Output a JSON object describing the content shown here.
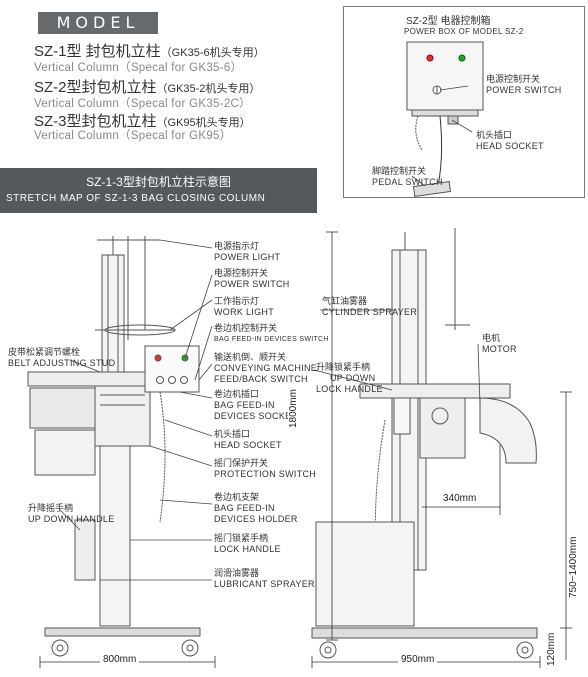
{
  "header": {
    "model_badge": "MODEL",
    "lines": [
      {
        "cn": "SZ-1型 封包机立柱",
        "sub": "（GK35-6机头专用）",
        "en": "Vertical Column（Specal for GK35-6）"
      },
      {
        "cn": "SZ-2型封包机立柱",
        "sub": "（GK35-2机头专用）",
        "en": "Vertical Column（Specal for GK35-2C）"
      },
      {
        "cn": "SZ-3型封包机立柱",
        "sub": "（GK95机头专用）",
        "en": "Vertical Column（Specal for GK95）"
      }
    ]
  },
  "power_box": {
    "title_cn": "SZ-2型 电器控制箱",
    "title_en": "POWER BOX OF MODEL SZ-2",
    "power_switch_cn": "电源控制开关",
    "power_switch_en": "POWER SWITCH",
    "head_socket_cn": "机头插口",
    "head_socket_en": "HEAD SOCKET",
    "pedal_switch_cn": "脚踏控制开关",
    "pedal_switch_en": "PEDAL SWITCH"
  },
  "banner": {
    "title_cn": "SZ-1-3型封包机立柱示意图",
    "title_en": "STRETCH MAP OF  SZ-1-3 BAG CLOSING COLUMN"
  },
  "callouts": {
    "power_light_cn": "电源指示灯",
    "power_light_en": "POWER LIGHT",
    "power_switch_cn": "电源控制开关",
    "power_switch_en": "POWER SWITCH",
    "work_light_cn": "工作指示灯",
    "work_light_en": "WORK LIGHT",
    "bag_feed_switch_cn": "卷边机控制开关",
    "bag_feed_switch_en": "BAG FEED-IN DEVICES SWITCH",
    "conveying_cn": "输送机倒、顺开关",
    "conveying_en1": "CONVEYING MACHINE",
    "conveying_en2": "FEED/BACK SWITCH",
    "bag_socket_cn": "卷边机插口",
    "bag_socket_en1": "BAG FEED-IN",
    "bag_socket_en2": "DEVICES SOCKET",
    "head_socket_cn": "机头插口",
    "head_socket_en": "HEAD SOCKET",
    "protection_cn": "摇门保护开关",
    "protection_en": "PROTECTION SWITCH",
    "holder_cn": "卷边机支架",
    "holder_en1": "BAG FEED-IN",
    "holder_en2": "DEVICES HOLDER",
    "lock_cn": "摇门锁紧手柄",
    "lock_en": "LOCK HANDLE",
    "lubricant_cn": "润滑油雾器",
    "lubricant_en": "LUBRICANT SPRAYER",
    "belt_cn": "皮带松紧调节螺栓",
    "belt_en": "BELT ADJUSTING STUD",
    "updown_cn": "升降摇手柄",
    "updown_en": "UP DOWN HANDLE",
    "cylinder_cn": "气缸油雾器",
    "cylinder_en": "CYLINDER SPRAYER",
    "lift_lock_cn": "升降锁紧手柄",
    "lift_lock_en1": "UP DOWN",
    "lift_lock_en2": "LOCK HANDLE",
    "motor_cn": "电机",
    "motor_en": "MOTOR"
  },
  "dimensions": {
    "width_left": "800mm",
    "width_right": "950mm",
    "height": "1800mm",
    "arm": "340mm",
    "range": "750~1400mm",
    "bottom": "120mm"
  }
}
